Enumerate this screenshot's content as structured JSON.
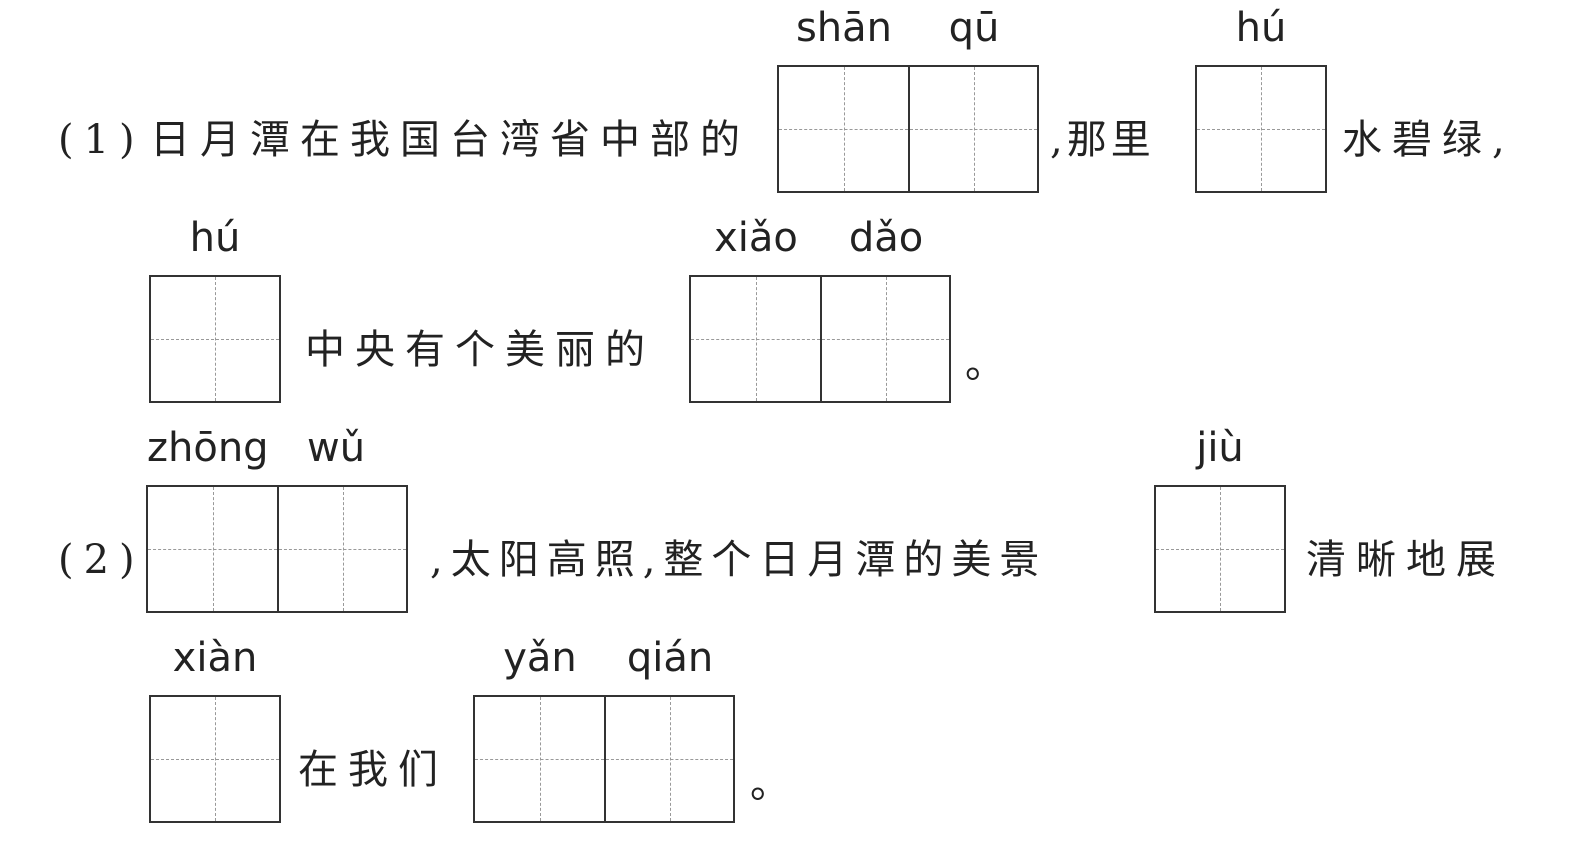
{
  "q1": {
    "label": "(1)",
    "text_a": "日月潭在我国台湾省中部的",
    "blank_a": [
      "shān",
      "qū"
    ],
    "text_b": ",那里",
    "blank_b": [
      "hú"
    ],
    "text_c": "水碧绿,",
    "blank_c": [
      "hú"
    ],
    "text_d": "中央有个美丽的",
    "blank_d": [
      "xiǎo",
      "dǎo"
    ],
    "text_e": "。"
  },
  "q2": {
    "label": "(2)",
    "blank_a": [
      "zhōng",
      "wǔ"
    ],
    "text_a": ",太阳高照,整个日月潭的美景",
    "blank_b": [
      "jiù"
    ],
    "text_b": "清晰地展",
    "blank_c": [
      "xiàn"
    ],
    "text_c": "在我们",
    "blank_d": [
      "yǎn",
      "qián"
    ],
    "text_d": "。"
  }
}
